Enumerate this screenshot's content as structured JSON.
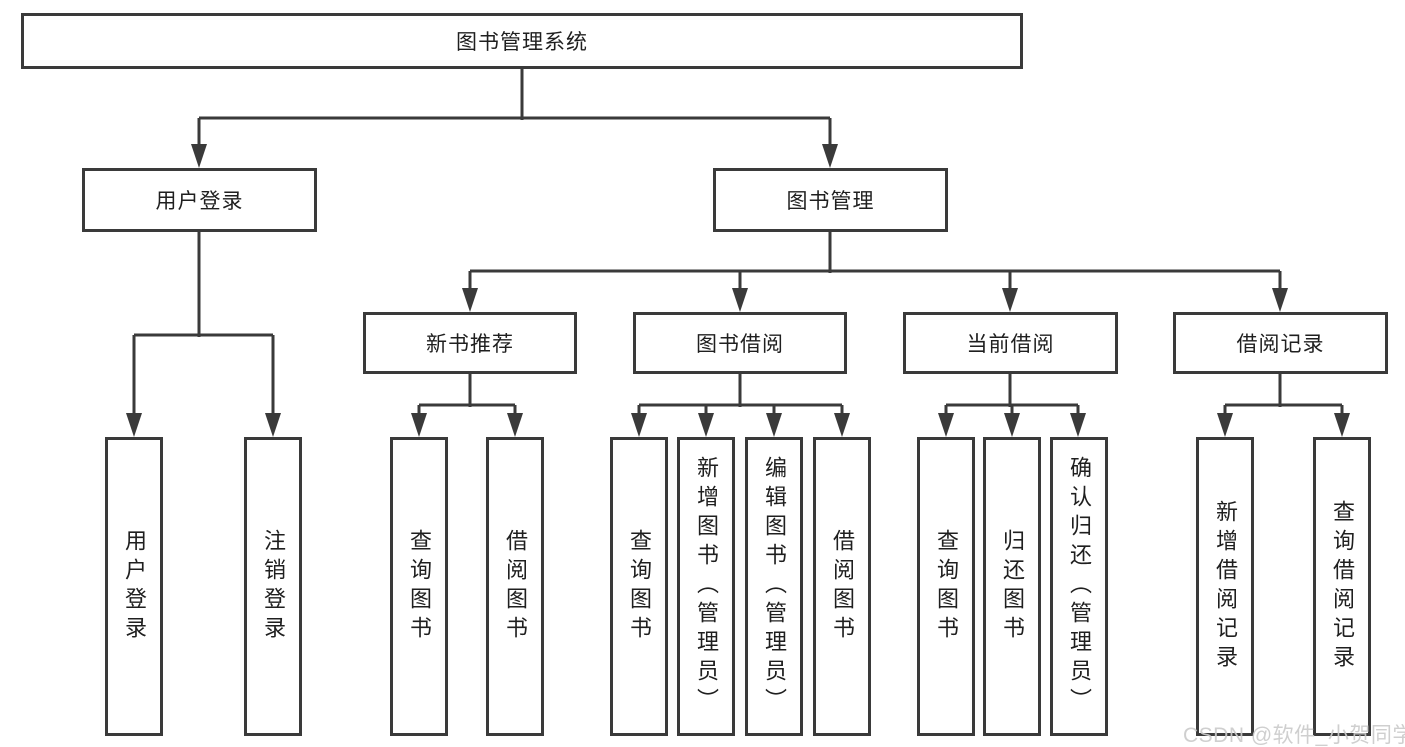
{
  "tree": {
    "root": {
      "label": "图书管理系统"
    },
    "level2": [
      {
        "id": "user-login",
        "label": "用户登录"
      },
      {
        "id": "book-management",
        "label": "图书管理"
      }
    ],
    "level3": [
      {
        "id": "new-book-recommend",
        "label": "新书推荐",
        "parent": "图书管理"
      },
      {
        "id": "book-borrow",
        "label": "图书借阅",
        "parent": "图书管理"
      },
      {
        "id": "current-borrow",
        "label": "当前借阅",
        "parent": "图书管理"
      },
      {
        "id": "borrow-records",
        "label": "借阅记录",
        "parent": "图书管理"
      }
    ],
    "leaves": [
      {
        "id": "user-login-leaf",
        "label": "用户登录",
        "parent": "用户登录"
      },
      {
        "id": "logout",
        "label": "注销登录",
        "parent": "用户登录"
      },
      {
        "id": "query-books-recommend",
        "label": "查询图书",
        "parent": "新书推荐"
      },
      {
        "id": "borrow-books-recommend",
        "label": "借阅图书",
        "parent": "新书推荐"
      },
      {
        "id": "query-books-borrow",
        "label": "查询图书",
        "parent": "图书借阅"
      },
      {
        "id": "add-book-admin",
        "label": "新增图书（管理员）",
        "parent": "图书借阅"
      },
      {
        "id": "edit-book-admin",
        "label": "编辑图书（管理员）",
        "parent": "图书借阅"
      },
      {
        "id": "borrow-books-borrow",
        "label": "借阅图书",
        "parent": "图书借阅"
      },
      {
        "id": "query-books-current",
        "label": "查询图书",
        "parent": "当前借阅"
      },
      {
        "id": "return-books",
        "label": "归还图书",
        "parent": "当前借阅"
      },
      {
        "id": "confirm-return-admin",
        "label": "确认归还（管理员）",
        "parent": "当前借阅"
      },
      {
        "id": "add-borrow-record",
        "label": "新增借阅记录",
        "parent": "借阅记录"
      },
      {
        "id": "query-borrow-record",
        "label": "查询借阅记录",
        "parent": "借阅记录"
      }
    ]
  },
  "watermark": "CSDN @软件_小贺同学",
  "colors": {
    "line": "#3a3a3a",
    "box_border": "#3a3a3a",
    "text": "#1f1f1f",
    "watermark": "#cbcbcb",
    "background": "#ffffff"
  }
}
